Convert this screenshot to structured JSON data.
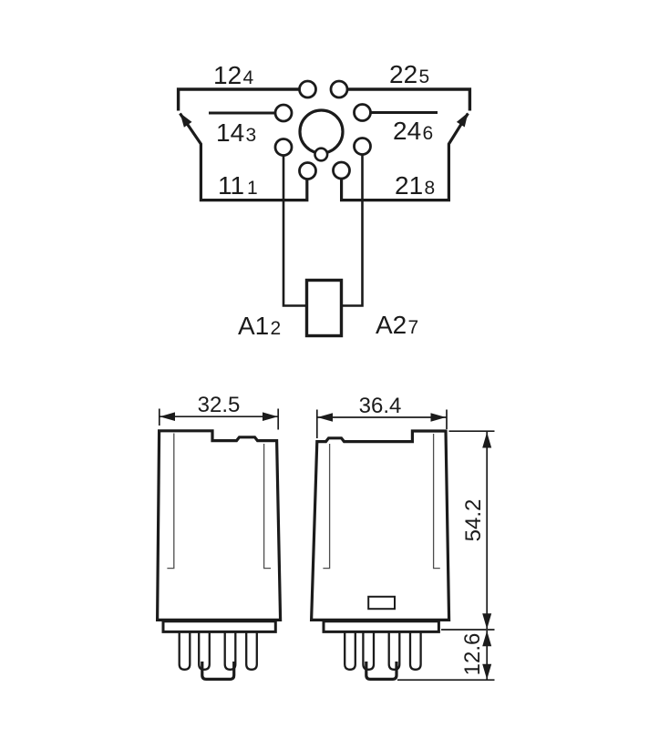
{
  "wiring": {
    "nc_left": {
      "contact": "12",
      "pin": "4"
    },
    "nc_right": {
      "contact": "22",
      "pin": "5"
    },
    "no_left": {
      "contact": "14",
      "pin": "3"
    },
    "no_right": {
      "contact": "24",
      "pin": "6"
    },
    "com_left": {
      "contact": "11",
      "pin": "1"
    },
    "com_right": {
      "contact": "21",
      "pin": "8"
    },
    "coil_left": {
      "contact": "A1",
      "pin": "2"
    },
    "coil_right": {
      "contact": "A2",
      "pin": "7"
    }
  },
  "dimensions": {
    "left_view_width_mm": "32.5",
    "right_view_width_mm": "36.4",
    "body_height_mm": "54.2",
    "pin_length_mm": "12.6"
  },
  "colors": {
    "line": "#1b1b1b",
    "hairline": "#4d4d4d",
    "background": "#ffffff"
  }
}
